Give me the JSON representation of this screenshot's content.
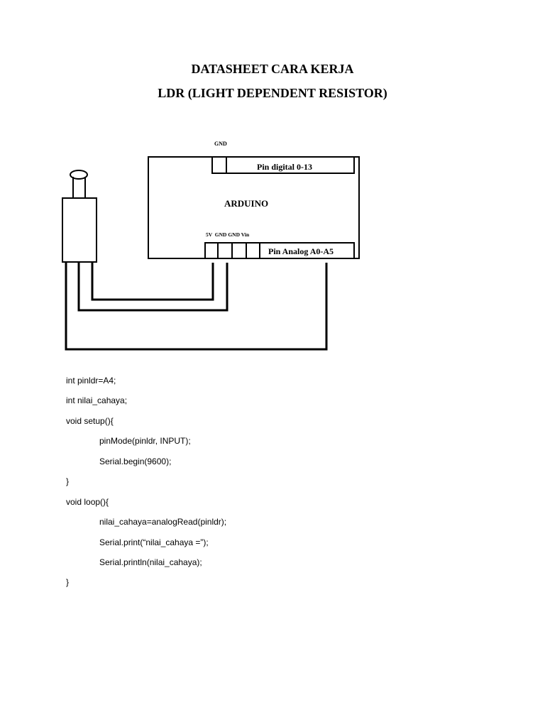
{
  "document": {
    "title_line1": "DATASHEET CARA KERJA",
    "title_line2": "LDR (LIGHT DEPENDENT RESISTOR)"
  },
  "diagram": {
    "gnd_top_label": "GND",
    "digital_pin_label": "Pin digital 0-13",
    "board_label": "ARDUINO",
    "power_pins_label": "5V  GND GND Vin",
    "analog_pin_label": "Pin Analog A0-A5"
  },
  "code_lines": [
    "int pinldr=A4;",
    "int nilai_cahaya;",
    "void setup(){",
    "pinMode(pinldr, INPUT);",
    "Serial.begin(9600);",
    "}",
    "void loop(){",
    "nilai_cahaya=analogRead(pinldr);",
    "Serial.print(“nilai_cahaya =”);",
    "Serial.println(nilai_cahaya);",
    "}"
  ]
}
